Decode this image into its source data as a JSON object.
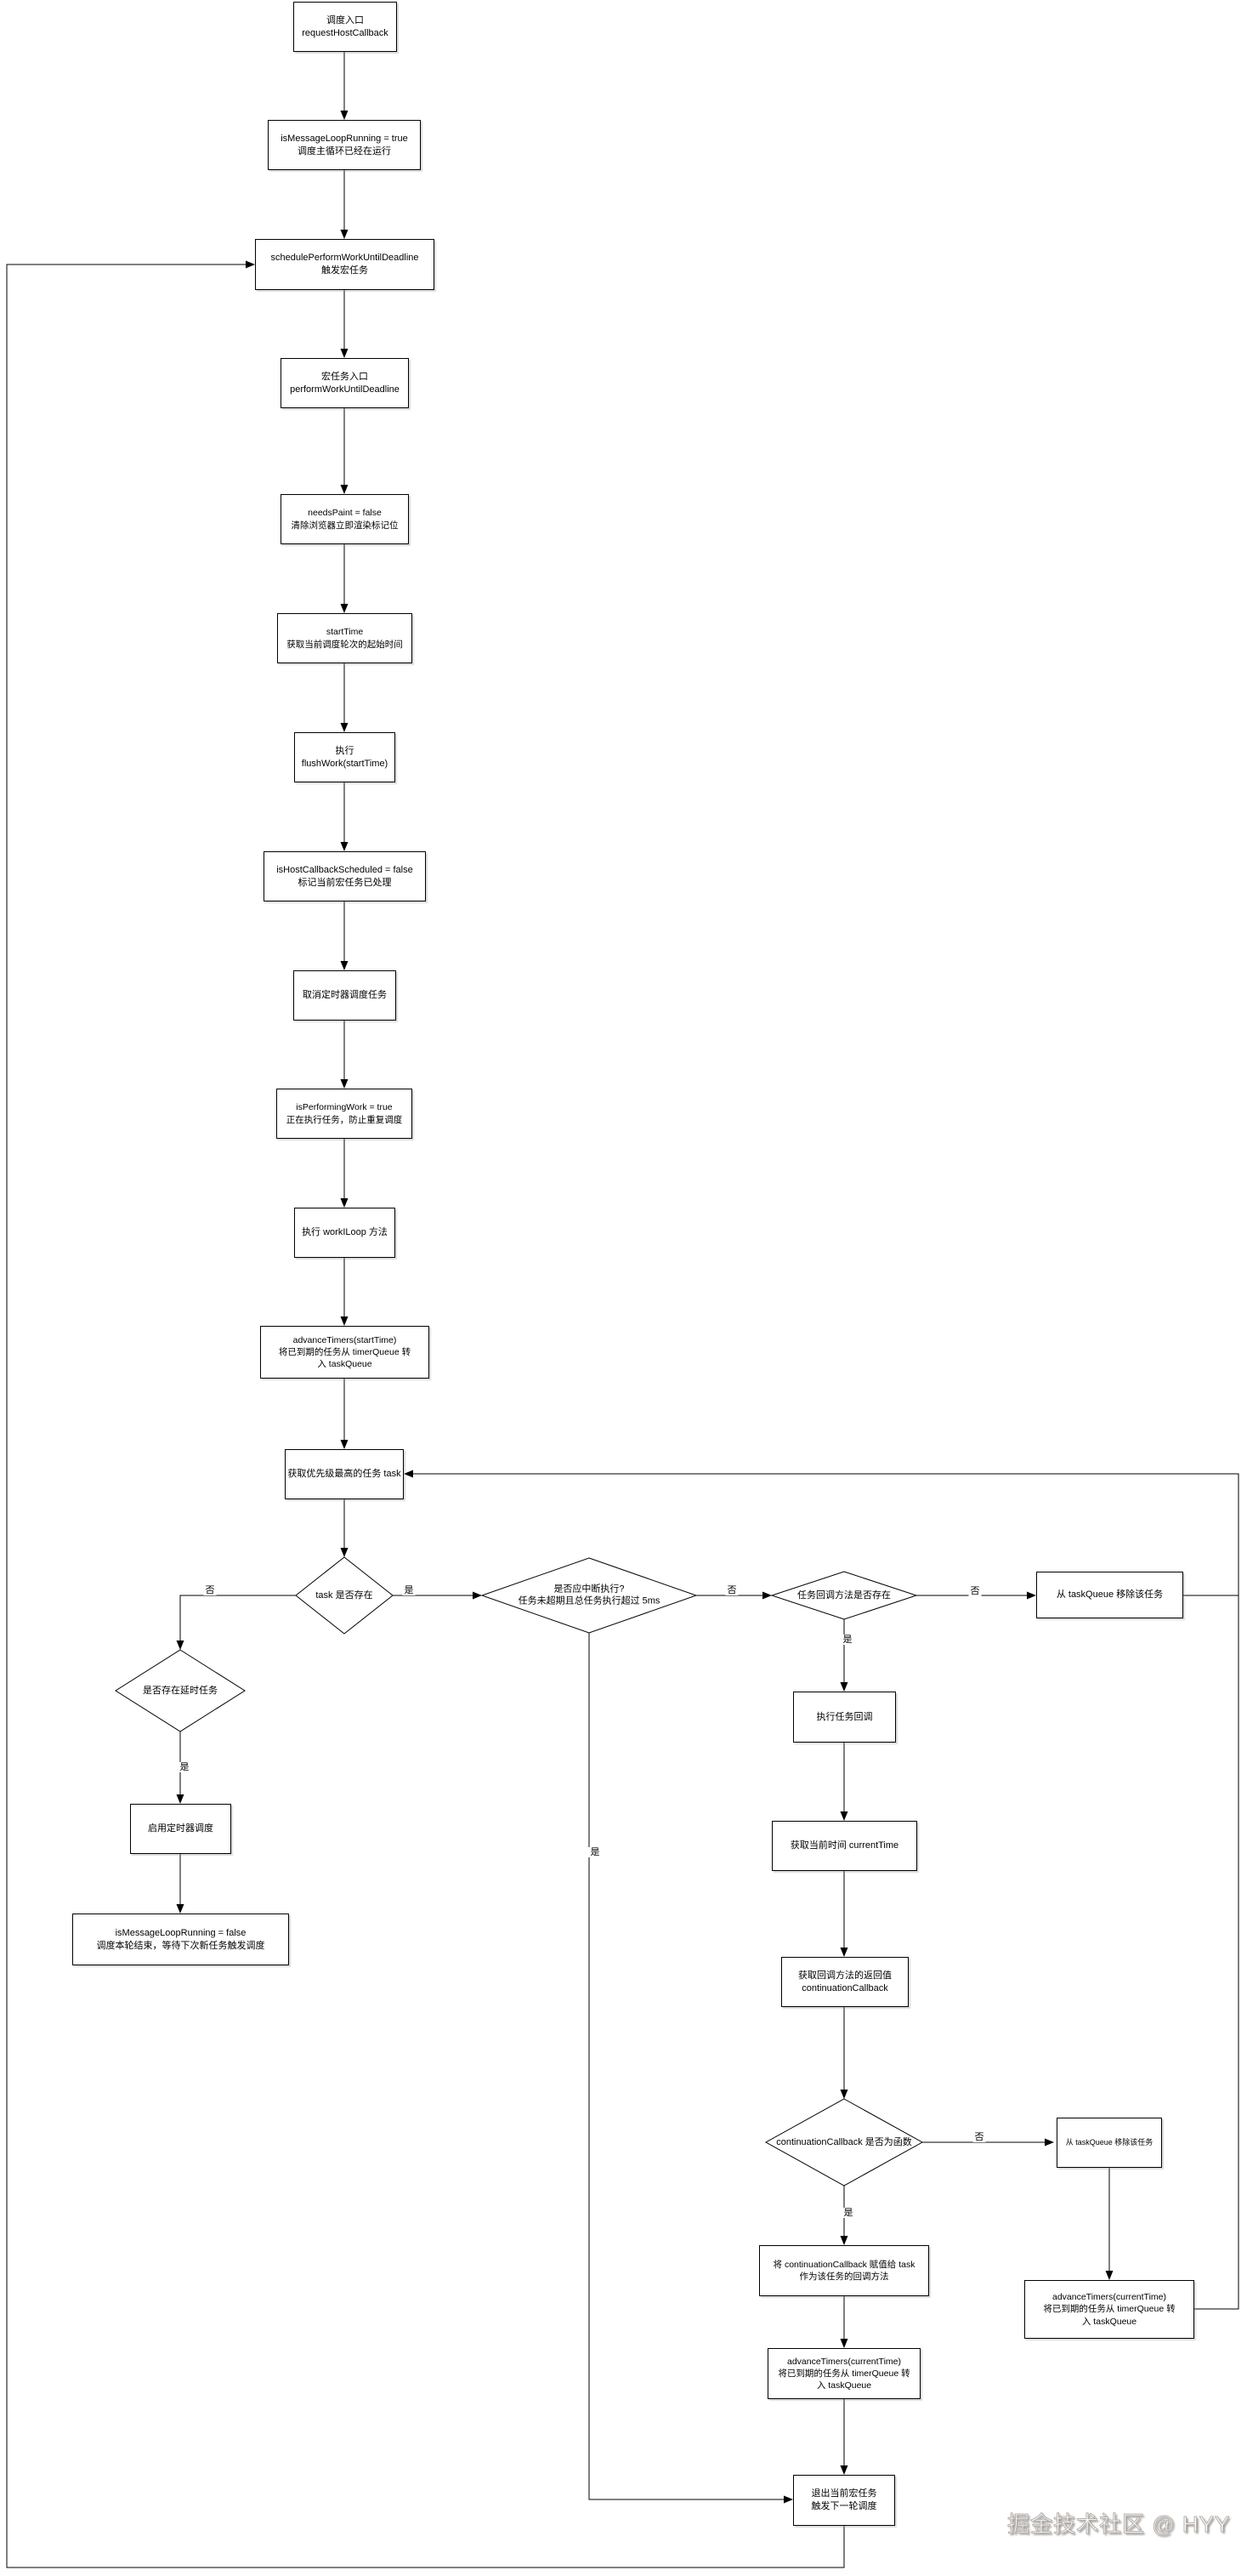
{
  "nodes": {
    "schedule_entry": {
      "text": "调度入口\nrequestHostCallback"
    },
    "msg_loop_true": {
      "text": "isMessageLoopRunning = true\n调度主循环已经在运行"
    },
    "schedule_perform": {
      "text": "schedulePerformWorkUntilDeadline\n触发宏任务"
    },
    "macrotask_entry": {
      "text": "宏任务入口\nperformWorkUntilDeadline"
    },
    "needs_paint": {
      "text": "needsPaint = false\n清除浏览器立即渲染标记位"
    },
    "start_time": {
      "text": "startTime\n获取当前调度轮次的起始时间"
    },
    "flush_work": {
      "text": "执行\nflushWork(startTime)"
    },
    "host_cb_sched": {
      "text": "isHostCallbackScheduled = false\n标记当前宏任务已处理"
    },
    "cancel_timer": {
      "text": "取消定时器调度任务"
    },
    "performing_work": {
      "text": "isPerformingWork = true\n正在执行任务，防止重复调度"
    },
    "work_loop": {
      "text": "执行 workILoop 方法"
    },
    "advance_start": {
      "text": "advanceTimers(startTime)\n将已到期的任务从 timerQueue 转\n入 taskQueue"
    },
    "peek_task": {
      "text": "获取优先级最高的任务 task"
    },
    "enable_timer": {
      "text": "启用定时器调度"
    },
    "msg_loop_false": {
      "text": "isMessageLoopRunning = false\n调度本轮结束，等待下次新任务触发调度"
    },
    "remove_task_1": {
      "text": "从 taskQueue 移除该任务"
    },
    "run_callback": {
      "text": "执行任务回调"
    },
    "current_time": {
      "text": "获取当前时间 currentTime"
    },
    "continuation": {
      "text": "获取回调方法的返回值\ncontinuationCallback"
    },
    "remove_task_2": {
      "text": "从 taskQueue 移除该任务"
    },
    "assign_continuation": {
      "text": "将 continuationCallback 赋值给 task\n作为该任务的回调方法"
    },
    "advance_current_right": {
      "text": "advanceTimers(currentTime)\n将已到期的任务从 timerQueue 转\n入 taskQueue"
    },
    "advance_current_mid": {
      "text": "advanceTimers(currentTime)\n将已到期的任务从 timerQueue 转\n入 taskQueue"
    },
    "exit_macrotask": {
      "text": "退出当前宏任务\n触发下一轮调度"
    }
  },
  "decisions": {
    "task_exists": {
      "text": "task 是否存在"
    },
    "delayed_exists": {
      "text": "是否存在延时任务"
    },
    "should_yield": {
      "text": "是否应中断执行?\n任务未超期且总任务执行超过 5ms"
    },
    "callback_exists": {
      "text": "任务回调方法是否存在"
    },
    "continuation_is_fn": {
      "text": "continuationCallback 是否为函数"
    }
  },
  "labels": {
    "yes": "是",
    "no": "否"
  },
  "watermark": "掘金技术社区 @ HYY",
  "edges": [
    {
      "from": "schedule_entry",
      "to": "msg_loop_true",
      "label": ""
    },
    {
      "from": "msg_loop_true",
      "to": "schedule_perform",
      "label": ""
    },
    {
      "from": "schedule_perform",
      "to": "macrotask_entry",
      "label": ""
    },
    {
      "from": "macrotask_entry",
      "to": "needs_paint",
      "label": ""
    },
    {
      "from": "needs_paint",
      "to": "start_time",
      "label": ""
    },
    {
      "from": "start_time",
      "to": "flush_work",
      "label": ""
    },
    {
      "from": "flush_work",
      "to": "host_cb_sched",
      "label": ""
    },
    {
      "from": "host_cb_sched",
      "to": "cancel_timer",
      "label": ""
    },
    {
      "from": "cancel_timer",
      "to": "performing_work",
      "label": ""
    },
    {
      "from": "performing_work",
      "to": "work_loop",
      "label": ""
    },
    {
      "from": "work_loop",
      "to": "advance_start",
      "label": ""
    },
    {
      "from": "advance_start",
      "to": "peek_task",
      "label": ""
    },
    {
      "from": "peek_task",
      "to": "task_exists",
      "label": ""
    },
    {
      "from": "task_exists",
      "to": "delayed_exists",
      "label": "否"
    },
    {
      "from": "task_exists",
      "to": "should_yield",
      "label": "是"
    },
    {
      "from": "delayed_exists",
      "to": "enable_timer",
      "label": "是"
    },
    {
      "from": "enable_timer",
      "to": "msg_loop_false",
      "label": ""
    },
    {
      "from": "should_yield",
      "to": "callback_exists",
      "label": "否"
    },
    {
      "from": "should_yield",
      "to": "exit_macrotask",
      "label": "是"
    },
    {
      "from": "callback_exists",
      "to": "remove_task_1",
      "label": "否"
    },
    {
      "from": "callback_exists",
      "to": "run_callback",
      "label": "是"
    },
    {
      "from": "remove_task_1",
      "to": "peek_task",
      "label": ""
    },
    {
      "from": "run_callback",
      "to": "current_time",
      "label": ""
    },
    {
      "from": "current_time",
      "to": "continuation",
      "label": ""
    },
    {
      "from": "continuation",
      "to": "continuation_is_fn",
      "label": ""
    },
    {
      "from": "continuation_is_fn",
      "to": "remove_task_2",
      "label": "否"
    },
    {
      "from": "continuation_is_fn",
      "to": "assign_continuation",
      "label": "是"
    },
    {
      "from": "remove_task_2",
      "to": "advance_current_right",
      "label": ""
    },
    {
      "from": "advance_current_right",
      "to": "peek_task",
      "label": ""
    },
    {
      "from": "assign_continuation",
      "to": "advance_current_mid",
      "label": ""
    },
    {
      "from": "advance_current_mid",
      "to": "exit_macrotask",
      "label": ""
    },
    {
      "from": "exit_macrotask",
      "to": "schedule_perform",
      "label": ""
    }
  ]
}
